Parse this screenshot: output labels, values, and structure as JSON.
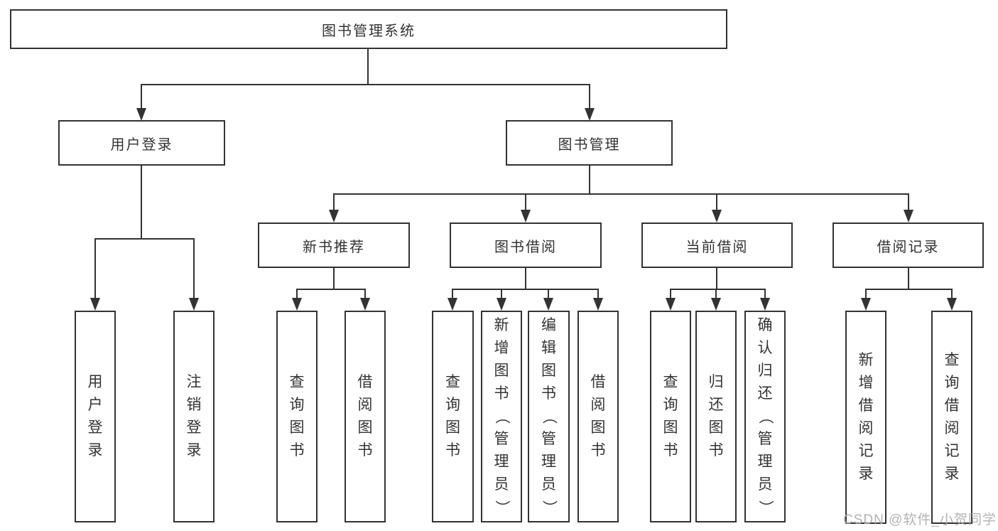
{
  "diagram": {
    "root": {
      "label": "图书管理系统",
      "children": [
        {
          "label": "用户登录",
          "children": [
            {
              "label": "用户登录"
            },
            {
              "label": "注销登录"
            }
          ]
        },
        {
          "label": "图书管理",
          "children": [
            {
              "label": "新书推荐",
              "children": [
                {
                  "label": "查询图书"
                },
                {
                  "label": "借阅图书"
                }
              ]
            },
            {
              "label": "图书借阅",
              "children": [
                {
                  "label": "查询图书"
                },
                {
                  "label": "新增图书（管理员）"
                },
                {
                  "label": "编辑图书（管理员）"
                },
                {
                  "label": "借阅图书"
                }
              ]
            },
            {
              "label": "当前借阅",
              "children": [
                {
                  "label": "查询图书"
                },
                {
                  "label": "归还图书"
                },
                {
                  "label": "确认归还（管理员）"
                }
              ]
            },
            {
              "label": "借阅记录",
              "children": [
                {
                  "label": "新增借阅记录"
                },
                {
                  "label": "查询借阅记录"
                }
              ]
            }
          ]
        }
      ]
    }
  },
  "watermark": {
    "text": "CSDN @软件_小贺同学"
  },
  "colors": {
    "line": "#333333",
    "text": "#333333",
    "background": "#ffffff",
    "watermark": "#a8a8a8"
  }
}
